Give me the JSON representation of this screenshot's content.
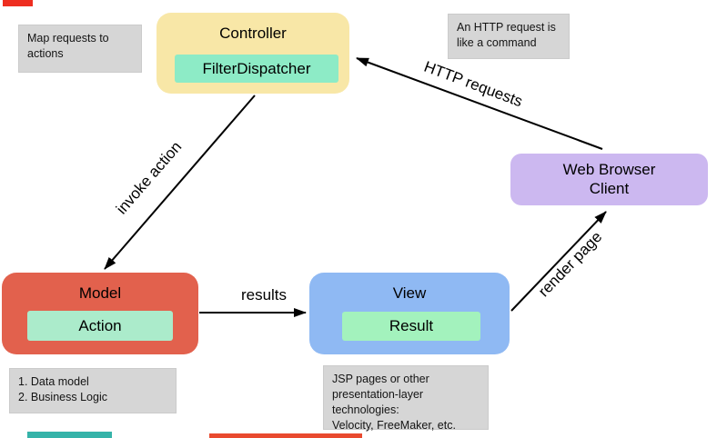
{
  "nodes": {
    "controller": {
      "title": "Controller",
      "inner": "FilterDispatcher",
      "bg": "#f8e7a7",
      "inner_bg": "#8debc6"
    },
    "model": {
      "title": "Model",
      "inner": "Action",
      "bg": "#e2614d",
      "inner_bg": "#abebcb"
    },
    "view": {
      "title": "View",
      "inner": "Result",
      "bg": "#8fb9f3",
      "inner_bg": "#a3f2bd"
    },
    "browser": {
      "title": "Web Browser\nClient",
      "bg": "#ccb8f0"
    }
  },
  "notes": {
    "bg": "#d6d6d6",
    "map_requests": "Map requests to\nactions",
    "http_command": "An HTTP request is\nlike a command",
    "data_model": "1. Data model\n2. Business Logic",
    "jsp": "JSP pages or other\npresentation-layer\ntechnologies:\nVelocity, FreeMaker, etc."
  },
  "edges": {
    "http": {
      "label": "HTTP requests",
      "from": "Web Browser Client",
      "to": "Controller"
    },
    "invoke": {
      "label": "invoke action",
      "from": "Controller",
      "to": "Model"
    },
    "results": {
      "label": "results",
      "from": "Model",
      "to": "View"
    },
    "render": {
      "label": "render page",
      "from": "View",
      "to": "Web Browser Client"
    }
  },
  "accents": {
    "top_left_bar": "#ee2e20",
    "bottom_teal_bar": "#35b3a9",
    "bottom_red_bar": "#e94a2f"
  }
}
